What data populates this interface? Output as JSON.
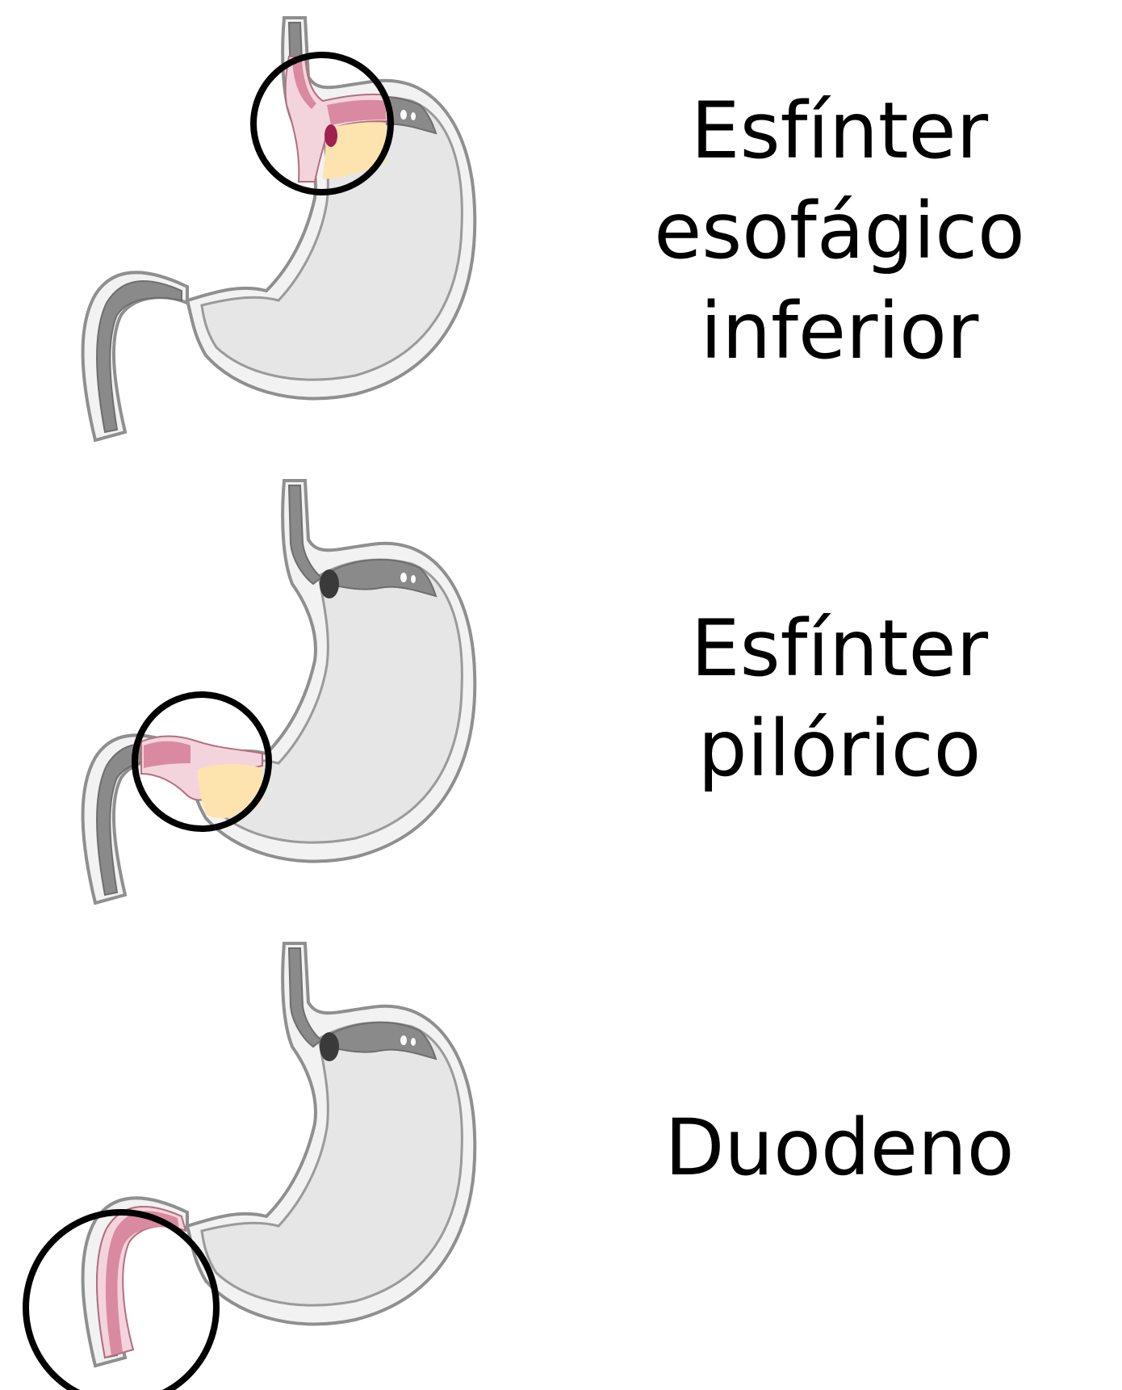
{
  "panels": [
    {
      "id": "les",
      "label_lines": [
        "Esfínter",
        "esofágico",
        "inferior"
      ],
      "highlight": "lower-esophageal-sphincter"
    },
    {
      "id": "pyloric",
      "label_lines": [
        "Esfínter",
        "pilórico"
      ],
      "highlight": "pyloric-sphincter"
    },
    {
      "id": "duodenum",
      "label_lines": [
        "Duodeno"
      ],
      "highlight": "duodenum"
    }
  ],
  "colors": {
    "outline": "#8f8f8f",
    "stomach_fill": "#e6e6e6",
    "wall_fill": "#f2f2f2",
    "lumen_dark": "#8a8a8a",
    "highlight_pink": "#d98aa0",
    "highlight_light": "#f4d4dc",
    "sphincter_yellow": "#fde4ae",
    "circle": "#000000"
  }
}
